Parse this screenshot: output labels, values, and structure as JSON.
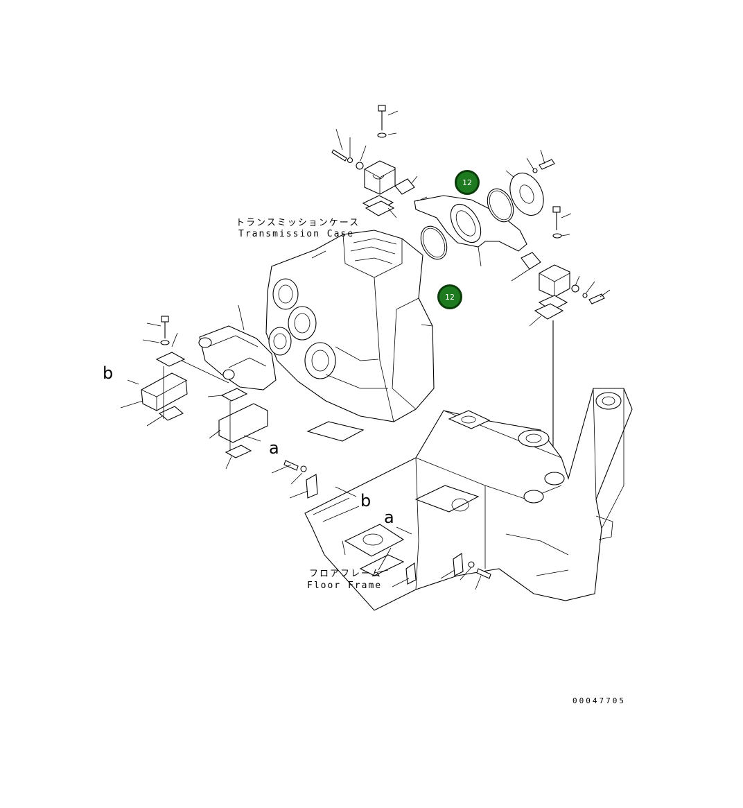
{
  "labels": {
    "transmission_case_jp": "トランスミッションケース",
    "transmission_case_en": "Transmission Case",
    "floor_frame_jp": "フロアフレーム",
    "floor_frame_en": "Floor Frame"
  },
  "callouts": [
    {
      "number": "12"
    },
    {
      "number": "12"
    }
  ],
  "markers": {
    "a_left": "a",
    "a_right": "a",
    "b_left": "b",
    "b_right": "b"
  },
  "drawing_number": "00047705",
  "colors": {
    "callout_fill": "#1e7a1e",
    "callout_border": "#0b3d0b",
    "line": "#000000",
    "background": "#ffffff"
  }
}
